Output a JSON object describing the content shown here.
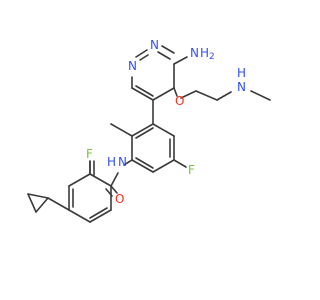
{
  "structure": {
    "atom_labels": {
      "amine_n": "N",
      "amine_h": "H",
      "amine_h_count": "2",
      "ring_n_top": "N",
      "ring_n_left": "N",
      "ether_o": "O",
      "methylamine_n": "N",
      "methylamine_h": "H",
      "ring_fluoro": "F",
      "amide_n": "N",
      "amide_h": "H",
      "benzoyl_fluoro": "F",
      "carbonyl_o": "O"
    },
    "colors": {
      "bond": "#3a3a3a",
      "nitrogen": "#3050f8",
      "oxygen": "#ff2a1a",
      "fluorine": "#7cc241"
    }
  }
}
